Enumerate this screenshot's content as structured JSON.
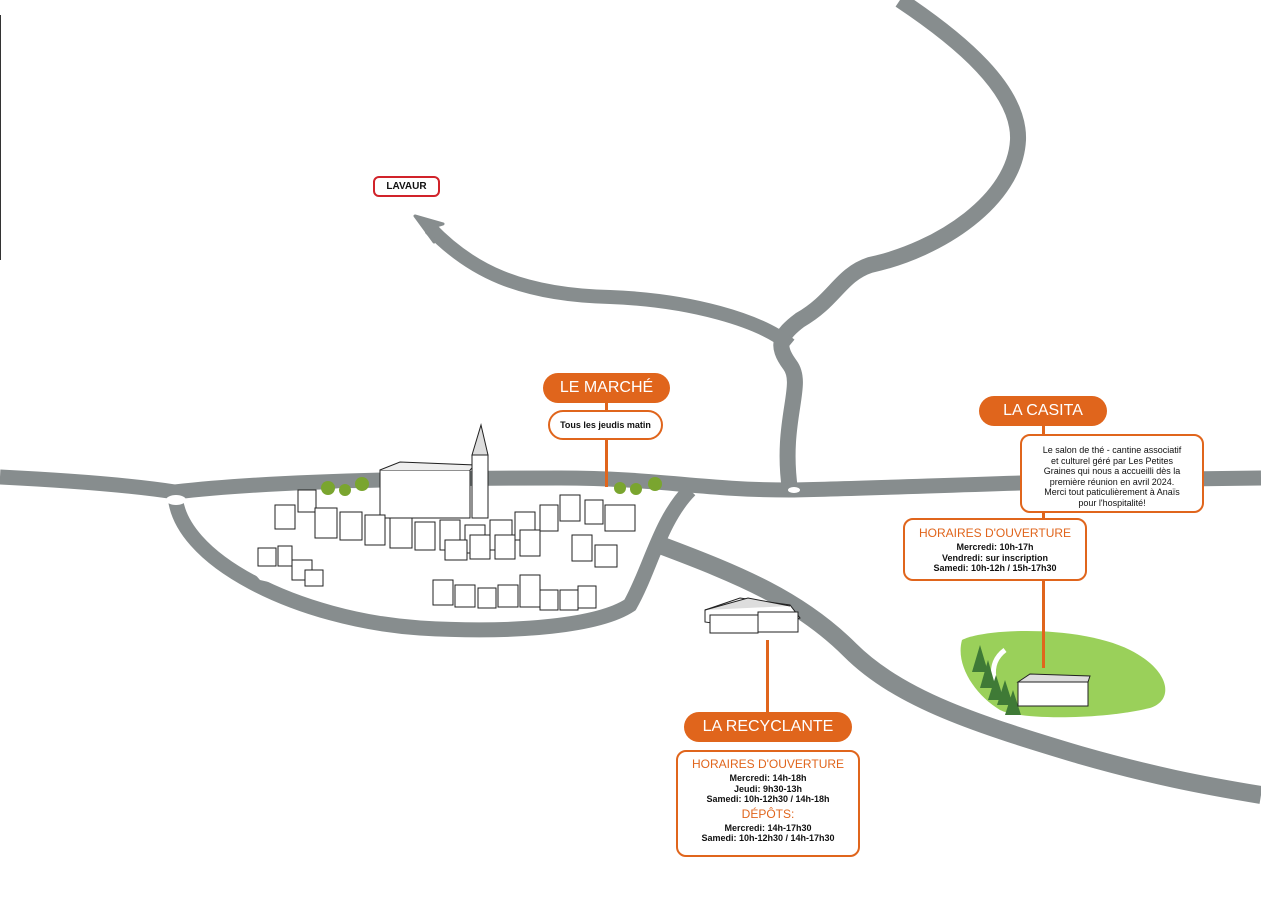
{
  "colors": {
    "road": "#878d8e",
    "accent": "#e0651c",
    "lavaur_border": "#d1232a",
    "green": "#9ad05a"
  },
  "destination": {
    "label": "LAVAUR"
  },
  "marche": {
    "title": "LE MARCHÉ",
    "note": "Tous les jeudis matin"
  },
  "casita": {
    "title": "LA CASITA",
    "description": [
      "Le salon de thé - cantine associatif",
      "et culturel géré par Les Petites",
      "Graines qui nous a accueilli dès la",
      "première réunion en avril 2024.",
      "Merci tout paticulièrement à Anaïs",
      "pour l'hospitalité!"
    ],
    "hours_title": "HORAIRES D'OUVERTURE",
    "hours": [
      "Mercredi: 10h-17h",
      "Vendredi: sur inscription",
      "Samedi: 10h-12h / 15h-17h30"
    ]
  },
  "recyclante": {
    "title": "LA RECYCLANTE",
    "hours_title": "HORAIRES D'OUVERTURE",
    "hours": [
      "Mercredi: 14h-18h",
      "Jeudi: 9h30-13h",
      "Samedi: 10h-12h30 / 14h-18h"
    ],
    "depots_title": "DÉPÔTS:",
    "depots": [
      "Mercredi: 14h-17h30",
      "Samedi: 10h-12h30 / 14h-17h30"
    ]
  }
}
